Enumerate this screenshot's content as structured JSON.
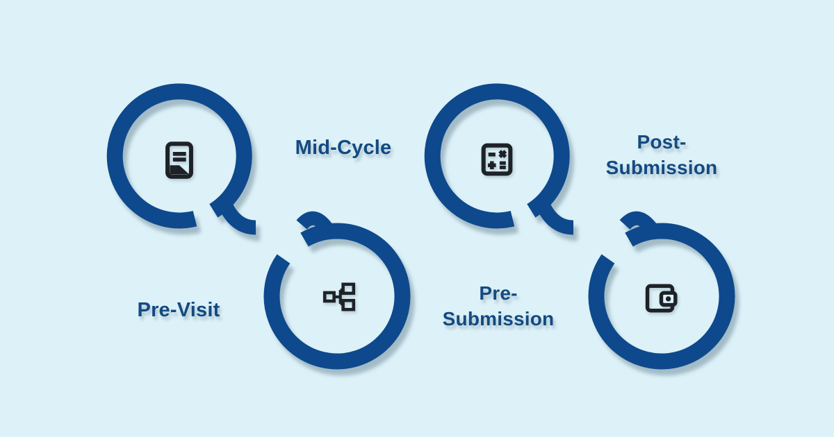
{
  "colors": {
    "bg": "#ddf1f8",
    "ribbon": "#0f4a8c",
    "text": "#134a80",
    "icon": "#1e2227",
    "shadow": "#8fa9b6"
  },
  "timeline": {
    "description": "Looping ribbon timeline with four loops on a horizontal line",
    "loops": [
      {
        "icon": "document-icon",
        "position": "top-left"
      },
      {
        "icon": "calculator-icon",
        "position": "top-right"
      },
      {
        "icon": "flow-icon",
        "position": "bottom-left"
      },
      {
        "icon": "wallet-icon",
        "position": "bottom-right"
      }
    ],
    "labels": [
      {
        "text": "Mid-Cycle"
      },
      {
        "text": "Post-\nSubmission"
      },
      {
        "text": "Pre-Visit"
      },
      {
        "text": "Pre-\nSubmission"
      }
    ]
  }
}
